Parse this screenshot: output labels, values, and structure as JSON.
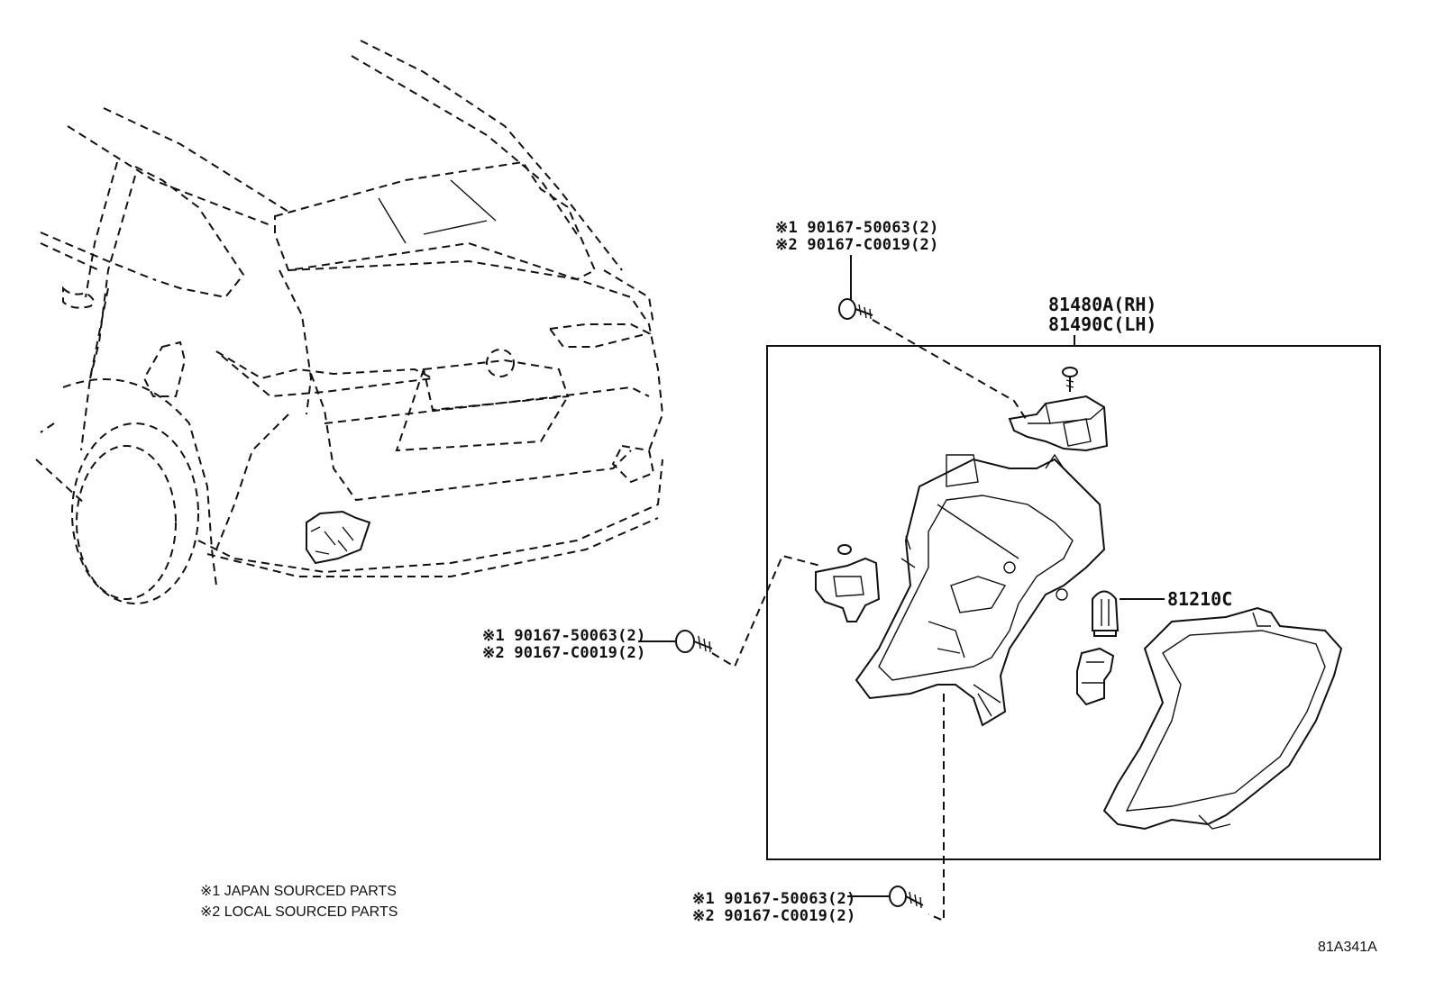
{
  "callouts": {
    "top_bolt": {
      "line1": "※1 90167-50063(2)",
      "line2": "※2 90167-C0019(2)"
    },
    "left_bolt": {
      "line1": "※1 90167-50063(2)",
      "line2": "※2 90167-C0019(2)"
    },
    "bottom_bolt": {
      "line1": "※1 90167-50063(2)",
      "line2": "※2 90167-C0019(2)"
    },
    "lamp_assembly": {
      "rh": "81480A(RH)",
      "lh": "81490C(LH)"
    },
    "bulb": "81210C"
  },
  "notes": {
    "note1": "※1 JAPAN SOURCED PARTS",
    "note2": "※2 LOCAL SOURCED PARTS"
  },
  "illustration_id": "81A341A"
}
